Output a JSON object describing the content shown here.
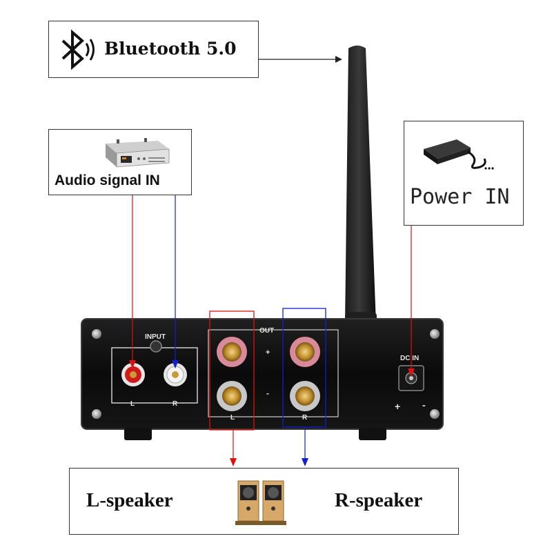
{
  "bluetooth": {
    "label": "Bluetooth 5.0",
    "icon": "bluetooth-icon"
  },
  "audio_input": {
    "label": "Audio signal IN",
    "icon": "audio-source-device-icon"
  },
  "power_input": {
    "label": "Power IN",
    "icon": "power-adapter-icon"
  },
  "speakers": {
    "left_label": "L-speaker",
    "right_label": "R-speaker",
    "icon": "bookshelf-speakers-icon"
  },
  "panel": {
    "input_label": "INPUT",
    "out_label": "OUT",
    "plus": "+",
    "minus": "-",
    "input_left": "L",
    "input_right": "R",
    "out_left": "L",
    "out_right": "R",
    "dc_label": "DC IN",
    "dc_polarity_plus": "+",
    "dc_polarity_minus": "-"
  },
  "colors": {
    "left_channel": "#e01010",
    "right_channel": "#1020d0",
    "callout_line": "#222222",
    "panel": "#0c0c0c"
  }
}
